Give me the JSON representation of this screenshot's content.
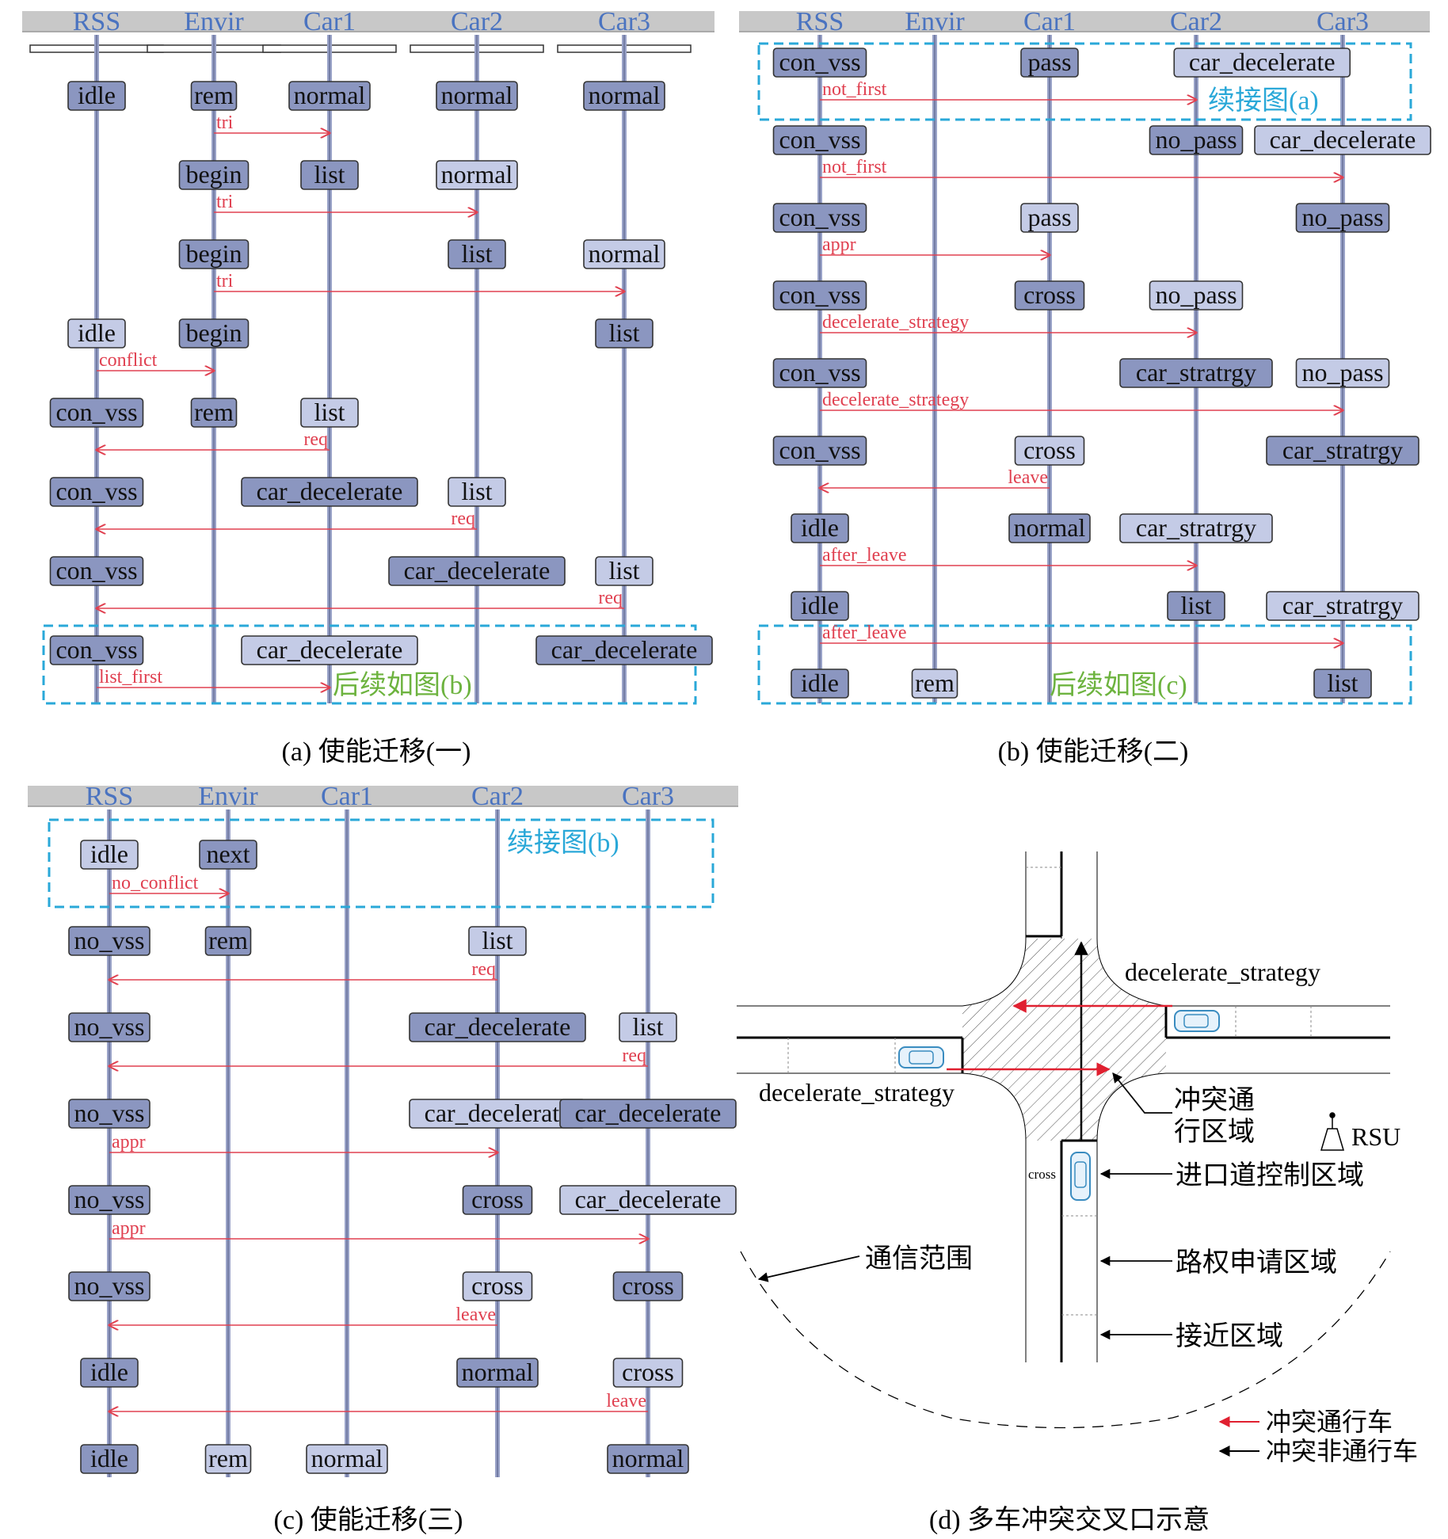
{
  "colors": {
    "lifeline_header": "#4a73c0",
    "header_bar": "#c8c8c8",
    "state_dark": "#8b96c0",
    "state_light": "#c4cbe6",
    "message": "#e04050",
    "dashed_box": "#2aa8d8",
    "green_note": "#6db33f",
    "cyan_note": "#2aa8d8"
  },
  "panel_a": {
    "caption": "(a) 使能迁移(一)",
    "lifelines": [
      "RSS",
      "Envir",
      "Car1",
      "Car2",
      "Car3"
    ],
    "states": [
      {
        "text": "idle",
        "lane": 0,
        "row": 0,
        "dark": true
      },
      {
        "text": "rem",
        "lane": 1,
        "row": 0,
        "dark": true
      },
      {
        "text": "normal",
        "lane": 2,
        "row": 0,
        "dark": true
      },
      {
        "text": "normal",
        "lane": 3,
        "row": 0,
        "dark": true
      },
      {
        "text": "normal",
        "lane": 4,
        "row": 0,
        "dark": true
      },
      {
        "text": "begin",
        "lane": 1,
        "row": 1,
        "dark": true
      },
      {
        "text": "list",
        "lane": 2,
        "row": 1,
        "dark": true
      },
      {
        "text": "normal",
        "lane": 3,
        "row": 1,
        "dark": false
      },
      {
        "text": "begin",
        "lane": 1,
        "row": 2,
        "dark": true
      },
      {
        "text": "list",
        "lane": 3,
        "row": 2,
        "dark": true
      },
      {
        "text": "normal",
        "lane": 4,
        "row": 2,
        "dark": false
      },
      {
        "text": "idle",
        "lane": 0,
        "row": 3,
        "dark": false
      },
      {
        "text": "begin",
        "lane": 1,
        "row": 3,
        "dark": true
      },
      {
        "text": "list",
        "lane": 4,
        "row": 3,
        "dark": true
      },
      {
        "text": "con_vss",
        "lane": 0,
        "row": 4,
        "dark": true
      },
      {
        "text": "rem",
        "lane": 1,
        "row": 4,
        "dark": true
      },
      {
        "text": "list",
        "lane": 2,
        "row": 4,
        "dark": false
      },
      {
        "text": "con_vss",
        "lane": 0,
        "row": 5,
        "dark": true
      },
      {
        "text": "car_decelerate",
        "lane": 2,
        "row": 5,
        "dark": true
      },
      {
        "text": "list",
        "lane": 3,
        "row": 5,
        "dark": false
      },
      {
        "text": "con_vss",
        "lane": 0,
        "row": 6,
        "dark": true
      },
      {
        "text": "car_decelerate",
        "lane": 3,
        "row": 6,
        "dark": true
      },
      {
        "text": "list",
        "lane": 4,
        "row": 6,
        "dark": false
      },
      {
        "text": "con_vss",
        "lane": 0,
        "row": 7,
        "dark": true
      },
      {
        "text": "car_decelerate",
        "lane": 2,
        "row": 7,
        "dark": false
      },
      {
        "text": "car_decelerate",
        "lane": 4,
        "row": 7,
        "dark": true
      }
    ],
    "messages": [
      {
        "label": "tri",
        "from": 1,
        "to": 2,
        "row": 0
      },
      {
        "label": "tri",
        "from": 1,
        "to": 3,
        "row": 1
      },
      {
        "label": "tri",
        "from": 1,
        "to": 4,
        "row": 2
      },
      {
        "label": "conflict",
        "from": 0,
        "to": 1,
        "row": 3
      },
      {
        "label": "req",
        "from": 2,
        "to": 0,
        "row": 4
      },
      {
        "label": "req",
        "from": 3,
        "to": 0,
        "row": 5
      },
      {
        "label": "req",
        "from": 4,
        "to": 0,
        "row": 6
      },
      {
        "label": "list_first",
        "from": 0,
        "to": 2,
        "row": 7
      }
    ],
    "note": "后续如图(b)"
  },
  "panel_b": {
    "caption": "(b) 使能迁移(二)",
    "lifelines": [
      "RSS",
      "Envir",
      "Car1",
      "Car2",
      "Car3"
    ],
    "states": [
      {
        "text": "con_vss",
        "lane": 0,
        "row": 0,
        "dark": true
      },
      {
        "text": "pass",
        "lane": 2,
        "row": 0,
        "dark": true
      },
      {
        "text": "car_decelerate",
        "lane": 3.45,
        "row": 0,
        "dark": false
      },
      {
        "text": "con_vss",
        "lane": 0,
        "row": 1,
        "dark": true
      },
      {
        "text": "no_pass",
        "lane": 3,
        "row": 1,
        "dark": true
      },
      {
        "text": "car_decelerate",
        "lane": 4,
        "row": 1,
        "dark": false
      },
      {
        "text": "con_vss",
        "lane": 0,
        "row": 2,
        "dark": true
      },
      {
        "text": "pass",
        "lane": 2,
        "row": 2,
        "dark": false
      },
      {
        "text": "no_pass",
        "lane": 4,
        "row": 2,
        "dark": true
      },
      {
        "text": "con_vss",
        "lane": 0,
        "row": 3,
        "dark": true
      },
      {
        "text": "cross",
        "lane": 2,
        "row": 3,
        "dark": true
      },
      {
        "text": "no_pass",
        "lane": 3,
        "row": 3,
        "dark": false
      },
      {
        "text": "con_vss",
        "lane": 0,
        "row": 4,
        "dark": true
      },
      {
        "text": "car_stratrgy",
        "lane": 3,
        "row": 4,
        "dark": true
      },
      {
        "text": "no_pass",
        "lane": 4,
        "row": 4,
        "dark": false
      },
      {
        "text": "con_vss",
        "lane": 0,
        "row": 5,
        "dark": true
      },
      {
        "text": "cross",
        "lane": 2,
        "row": 5,
        "dark": false
      },
      {
        "text": "car_stratrgy",
        "lane": 4,
        "row": 5,
        "dark": true
      },
      {
        "text": "idle",
        "lane": 0,
        "row": 6,
        "dark": true
      },
      {
        "text": "normal",
        "lane": 2,
        "row": 6,
        "dark": true
      },
      {
        "text": "car_stratrgy",
        "lane": 3,
        "row": 6,
        "dark": false
      },
      {
        "text": "idle",
        "lane": 0,
        "row": 7,
        "dark": true
      },
      {
        "text": "list",
        "lane": 3,
        "row": 7,
        "dark": true
      },
      {
        "text": "car_stratrgy",
        "lane": 4,
        "row": 7,
        "dark": false
      },
      {
        "text": "idle",
        "lane": 0,
        "row": 8,
        "dark": true
      },
      {
        "text": "rem",
        "lane": 1,
        "row": 8,
        "dark": false
      },
      {
        "text": "list",
        "lane": 4,
        "row": 8,
        "dark": true
      }
    ],
    "messages": [
      {
        "label": "not_first",
        "from": 0,
        "to": 3,
        "row": 0
      },
      {
        "label": "not_first",
        "from": 0,
        "to": 4,
        "row": 1
      },
      {
        "label": "appr",
        "from": 0,
        "to": 2,
        "row": 2
      },
      {
        "label": "decelerate_strategy",
        "from": 0,
        "to": 3,
        "row": 3
      },
      {
        "label": "decelerate_strategy",
        "from": 0,
        "to": 4,
        "row": 4
      },
      {
        "label": "leave",
        "from": 2,
        "to": 0,
        "row": 5
      },
      {
        "label": "after_leave",
        "from": 0,
        "to": 3,
        "row": 6
      },
      {
        "label": "after_leave",
        "from": 0,
        "to": 4,
        "row": 7
      }
    ],
    "note_top": "续接图(a)",
    "note_bottom": "后续如图(c)"
  },
  "panel_c": {
    "caption": "(c) 使能迁移(三)",
    "lifelines": [
      "RSS",
      "Envir",
      "Car1",
      "Car2",
      "Car3"
    ],
    "states": [
      {
        "text": "idle",
        "lane": 0,
        "row": 0,
        "dark": false
      },
      {
        "text": "next",
        "lane": 1,
        "row": 0,
        "dark": true
      },
      {
        "text": "no_vss",
        "lane": 0,
        "row": 1,
        "dark": true
      },
      {
        "text": "rem",
        "lane": 1,
        "row": 1,
        "dark": true
      },
      {
        "text": "list",
        "lane": 3,
        "row": 1,
        "dark": false
      },
      {
        "text": "no_vss",
        "lane": 0,
        "row": 2,
        "dark": true
      },
      {
        "text": "car_decelerate",
        "lane": 3,
        "row": 2,
        "dark": true
      },
      {
        "text": "list",
        "lane": 4,
        "row": 2,
        "dark": false
      },
      {
        "text": "no_vss",
        "lane": 0,
        "row": 3,
        "dark": true
      },
      {
        "text": "car_decelerate",
        "lane": 3,
        "row": 3,
        "dark": false
      },
      {
        "text": "car_decelerate",
        "lane": 4,
        "row": 3,
        "dark": true
      },
      {
        "text": "no_vss",
        "lane": 0,
        "row": 4,
        "dark": true
      },
      {
        "text": "cross",
        "lane": 3,
        "row": 4,
        "dark": true
      },
      {
        "text": "car_decelerate",
        "lane": 4,
        "row": 4,
        "dark": false
      },
      {
        "text": "no_vss",
        "lane": 0,
        "row": 5,
        "dark": true
      },
      {
        "text": "cross",
        "lane": 3,
        "row": 5,
        "dark": false
      },
      {
        "text": "cross",
        "lane": 4,
        "row": 5,
        "dark": true
      },
      {
        "text": "idle",
        "lane": 0,
        "row": 6,
        "dark": true
      },
      {
        "text": "normal",
        "lane": 3,
        "row": 6,
        "dark": true
      },
      {
        "text": "cross",
        "lane": 4,
        "row": 6,
        "dark": false
      },
      {
        "text": "idle",
        "lane": 0,
        "row": 7,
        "dark": true
      },
      {
        "text": "rem",
        "lane": 1,
        "row": 7,
        "dark": false
      },
      {
        "text": "normal",
        "lane": 2,
        "row": 7,
        "dark": false
      },
      {
        "text": "normal",
        "lane": 4,
        "row": 7,
        "dark": true
      }
    ],
    "messages": [
      {
        "label": "no_conflict",
        "from": 0,
        "to": 1,
        "row": 0
      },
      {
        "label": "req",
        "from": 3,
        "to": 0,
        "row": 1
      },
      {
        "label": "req",
        "from": 4,
        "to": 0,
        "row": 2
      },
      {
        "label": "appr",
        "from": 0,
        "to": 3,
        "row": 3
      },
      {
        "label": "appr",
        "from": 0,
        "to": 4,
        "row": 4
      },
      {
        "label": "leave",
        "from": 3,
        "to": 0,
        "row": 5
      },
      {
        "label": "leave",
        "from": 4,
        "to": 0,
        "row": 6
      }
    ],
    "note_top": "续接图(b)"
  },
  "panel_d": {
    "caption": "(d) 多车冲突交叉口示意",
    "label_top_strategy": "decelerate_strategy",
    "label_left_strategy": "decelerate_strategy",
    "conflict_zone_line1": "冲突通",
    "conflict_zone_line2": "行区域",
    "rsu": "RSU",
    "cross": "cross",
    "entry_control": "进口道控制区域",
    "comm_range": "通信范围",
    "right_of_way": "路权申请区域",
    "approach_zone": "接近区域",
    "legend_conflict_pass": "冲突通行车",
    "legend_conflict_nonpass": "冲突非通行车"
  }
}
